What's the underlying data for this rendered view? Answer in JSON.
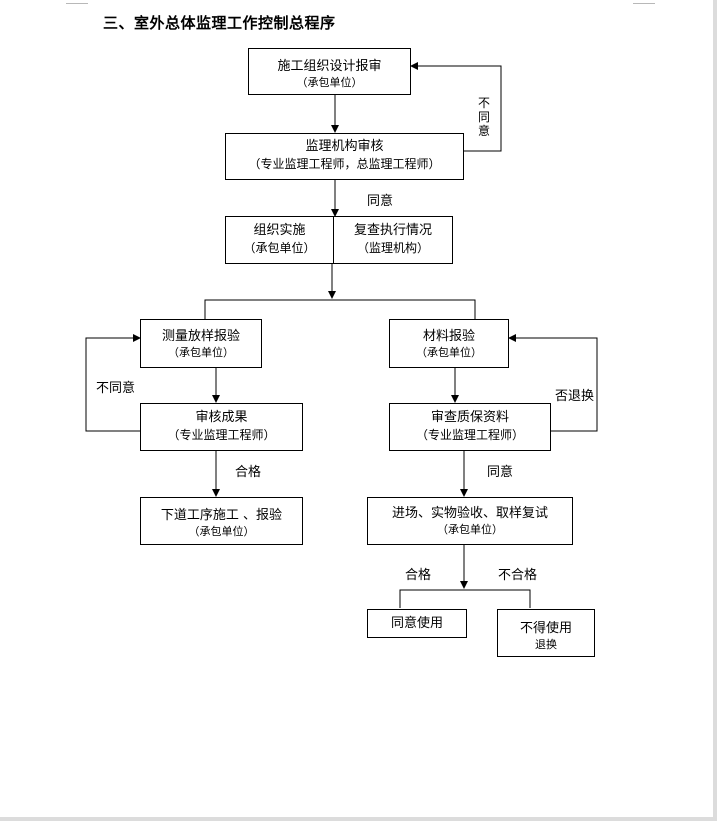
{
  "title": "三、室外总体监理工作控制总程序",
  "nodes": {
    "design_review": {
      "line1": "施工组织设计报审",
      "line2": "（承包单位）"
    },
    "supervision_review": {
      "line1": "监理机构审核",
      "line2": "（专业监理工程师，总监理工程师）"
    },
    "organize": {
      "line1": "组织实施",
      "line2": "（承包单位）"
    },
    "recheck": {
      "line1": "复查执行情况",
      "line2": "（监理机构）"
    },
    "survey_report": {
      "line1": "测量放样报验",
      "line2": "（承包单位）"
    },
    "material_report": {
      "line1": "材料报验",
      "line2": "（承包单位）"
    },
    "review_results": {
      "line1": "审核成果",
      "line2": "（专业监理工程师）"
    },
    "review_docs": {
      "line1": "审查质保资料",
      "line2": "（专业监理工程师）"
    },
    "next_process": {
      "line1": "下道工序施工 、报验",
      "line2": "（承包单位）"
    },
    "site_inspection": {
      "line1": "进场、实物验收、取样复试",
      "line2": "（承包单位）"
    },
    "agree_use": {
      "line1": "同意使用"
    },
    "not_use": {
      "line1": "不得使用",
      "line2": "退换"
    }
  },
  "labels": {
    "disagree_vertical": "不同意",
    "agree_1": "同意",
    "disagree_left": "不同意",
    "reject_return": "否退换",
    "qualified_left": "合格",
    "agree_right": "同意",
    "qualified_bottom": "合格",
    "unqualified_bottom": "不合格"
  }
}
